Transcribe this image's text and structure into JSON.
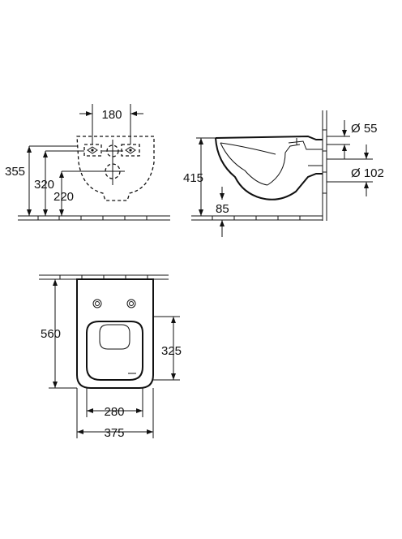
{
  "views": {
    "rear": {
      "width": "180",
      "height_355": "355",
      "height_320": "320",
      "height_220": "220"
    },
    "side": {
      "rim_height": "415",
      "outlet_height": "85",
      "inlet_diameter": "Ø 55",
      "outlet_diameter": "Ø 102"
    },
    "top": {
      "length_560": "560",
      "length_325": "325",
      "width_280": "280",
      "width_375": "375"
    }
  }
}
